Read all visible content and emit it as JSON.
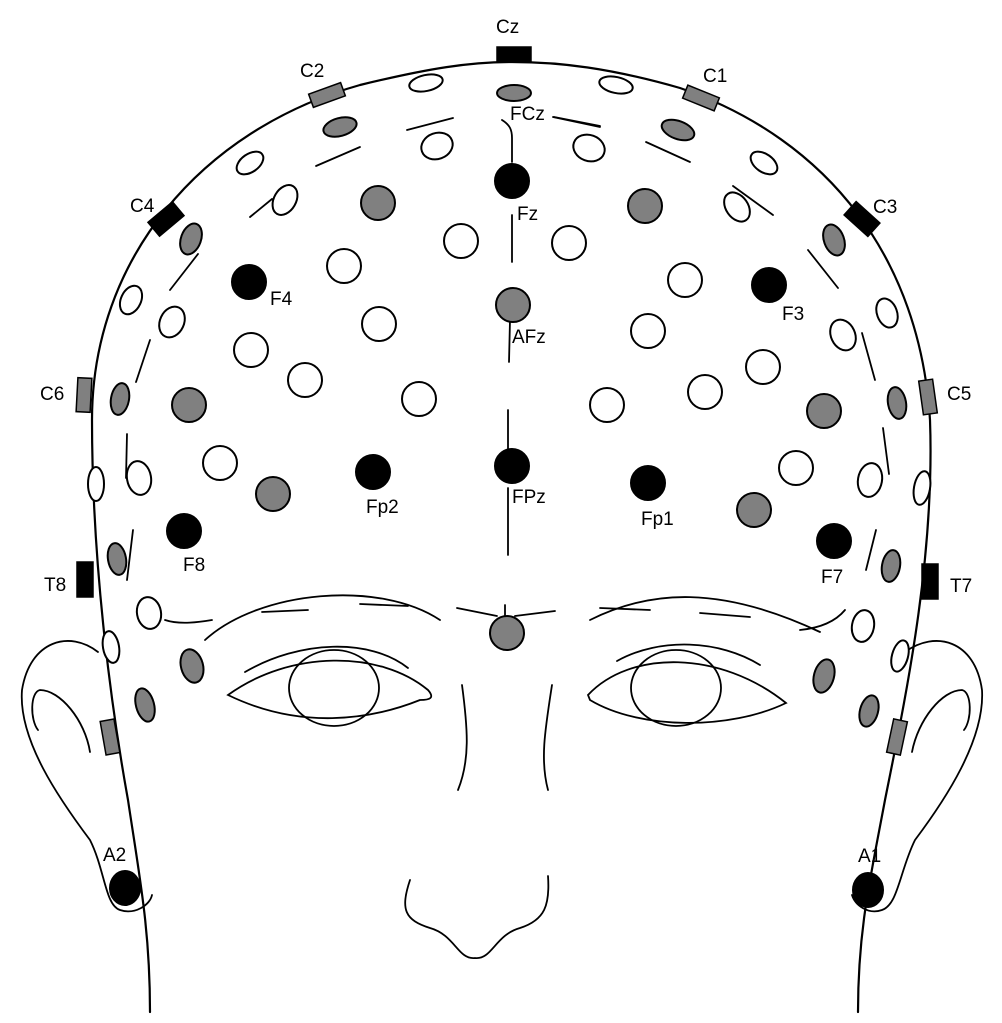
{
  "figure": {
    "title": "EEG electrode placement on frontal view of head",
    "colors": {
      "labeled_electrode": "#000000",
      "reference_electrode": "#808080",
      "unlabeled_electrode": "#ffffff",
      "line": "#000000"
    }
  },
  "labels": {
    "Cz": "Cz",
    "C1": "C1",
    "C2": "C2",
    "C3": "C3",
    "C4": "C4",
    "C5": "C5",
    "C6": "C6",
    "T7": "T7",
    "T8": "T8",
    "FCz": "FCz",
    "Fz": "Fz",
    "AFz": "AFz",
    "FPz": "FPz",
    "F3": "F3",
    "F4": "F4",
    "F7": "F7",
    "F8": "F8",
    "Fp1": "Fp1",
    "Fp2": "Fp2",
    "A1": "A1",
    "A2": "A2"
  },
  "legend_semantics": {
    "black_circle": "labeled measurement electrode",
    "gray_circle": "gray electrode",
    "white_circle": "unused electrode",
    "rectangle_marker": "edge position marker"
  }
}
